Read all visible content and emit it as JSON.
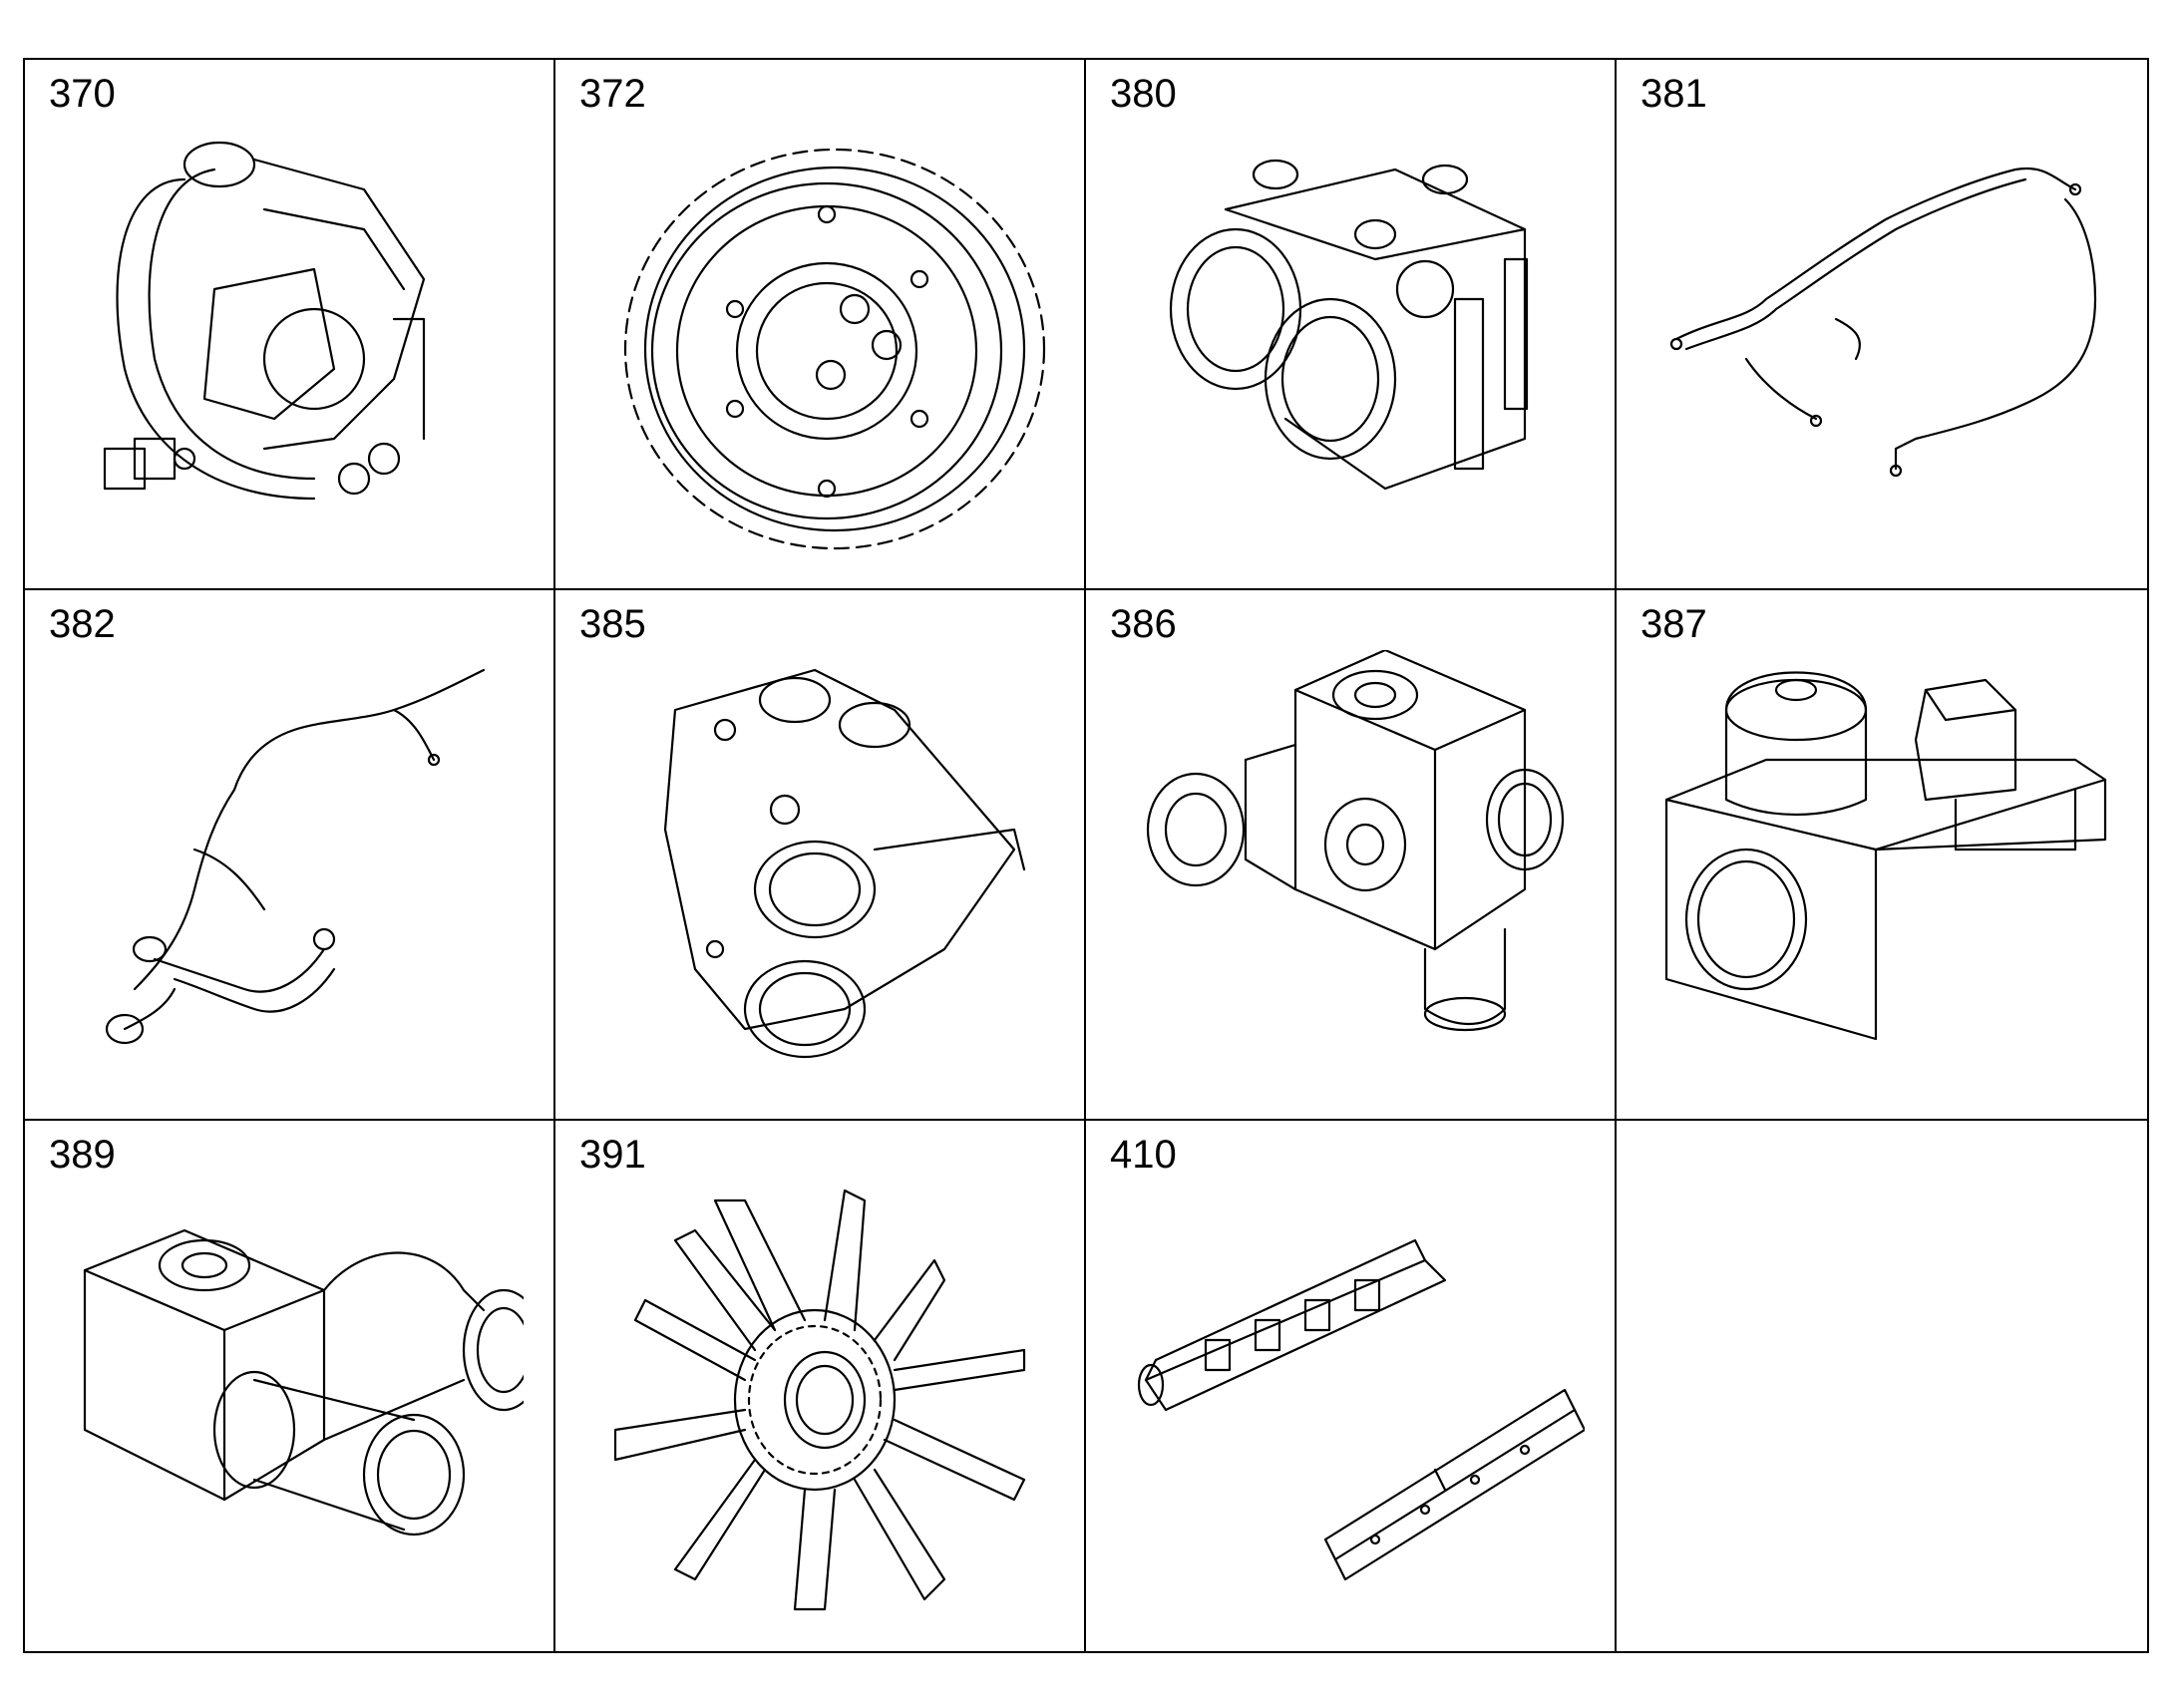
{
  "parts": [
    {
      "number": "370",
      "icon": "turbocharger-icon"
    },
    {
      "number": "372",
      "icon": "gear-icon"
    },
    {
      "number": "380",
      "icon": "housing-icon"
    },
    {
      "number": "381",
      "icon": "wire-harness-icon"
    },
    {
      "number": "382",
      "icon": "hose-harness-icon"
    },
    {
      "number": "385",
      "icon": "thermostat-housing-icon"
    },
    {
      "number": "386",
      "icon": "valve-block-icon"
    },
    {
      "number": "387",
      "icon": "valve-block-cap-icon"
    },
    {
      "number": "389",
      "icon": "elbow-fitting-icon"
    },
    {
      "number": "391",
      "icon": "fan-icon"
    },
    {
      "number": "410",
      "icon": "rocker-rail-icon"
    }
  ]
}
